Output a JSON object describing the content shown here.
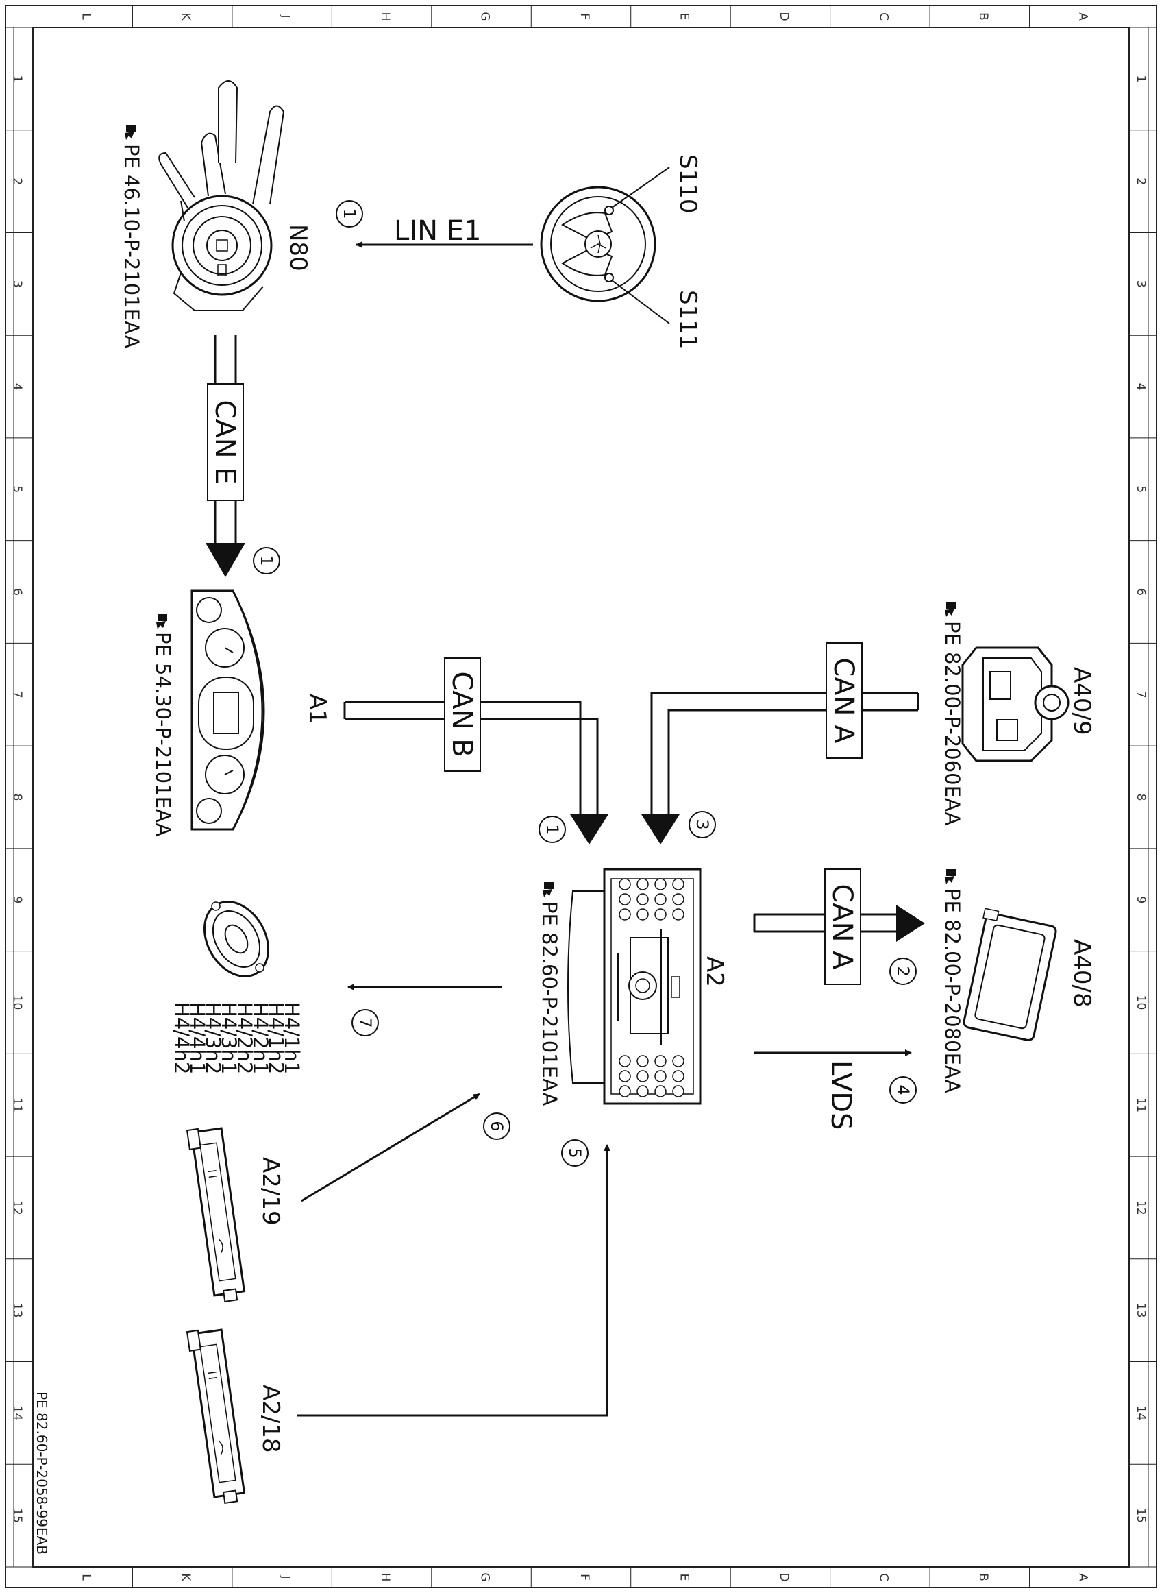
{
  "frame": {
    "columns": [
      "L",
      "K",
      "J",
      "H",
      "G",
      "F",
      "E",
      "D",
      "C",
      "B",
      "A"
    ],
    "rows": [
      "1",
      "2",
      "3",
      "4",
      "5",
      "6",
      "7",
      "8",
      "9",
      "10",
      "11",
      "12",
      "13",
      "14",
      "15"
    ],
    "drawing_number": "PE 82.60-P-2058-99EAB"
  },
  "components": {
    "n80": {
      "label": "N80",
      "ref": "PE 46.10-P-2101EAA"
    },
    "s110": {
      "label": "S110"
    },
    "s111": {
      "label": "S111"
    },
    "a1": {
      "label": "A1",
      "ref": "PE 54.30-P-2101EAA"
    },
    "a2": {
      "label": "A2",
      "ref": "PE 82.60-P-2101EAA"
    },
    "a40_9": {
      "label": "A40/9",
      "ref": "PE 82.00-P-2060EAA"
    },
    "a40_8": {
      "label": "A40/8",
      "ref": "PE 82.00-P-2080EAA"
    },
    "a2_19": {
      "label": "A2/19"
    },
    "a2_18": {
      "label": "A2/18"
    },
    "h4": {
      "labels": [
        "H4/1h1",
        "H4/1h2",
        "H4/2h1",
        "H4/2h2",
        "H4/3h1",
        "H4/3h2",
        "H4/4h1",
        "H4/4h2"
      ]
    }
  },
  "connections": {
    "lin_e1": "LIN E1",
    "can_e": "CAN E",
    "can_b": "CAN B",
    "can_a_top": "CAN A",
    "can_a_bottom": "CAN A",
    "lvds": "LVDS"
  },
  "markers": {
    "m1_n80": "1",
    "m1_a1": "1",
    "m1_a2": "1",
    "m2": "2",
    "m3": "3",
    "m4": "4",
    "m5": "5",
    "m6": "6",
    "m7": "7"
  },
  "icons": [
    "document-ref-icon",
    "steering-wheel-icon",
    "combination-switch-icon",
    "instrument-cluster-icon",
    "head-unit-icon",
    "camera-icon",
    "display-icon",
    "speaker-icon",
    "antenna-module-icon"
  ]
}
